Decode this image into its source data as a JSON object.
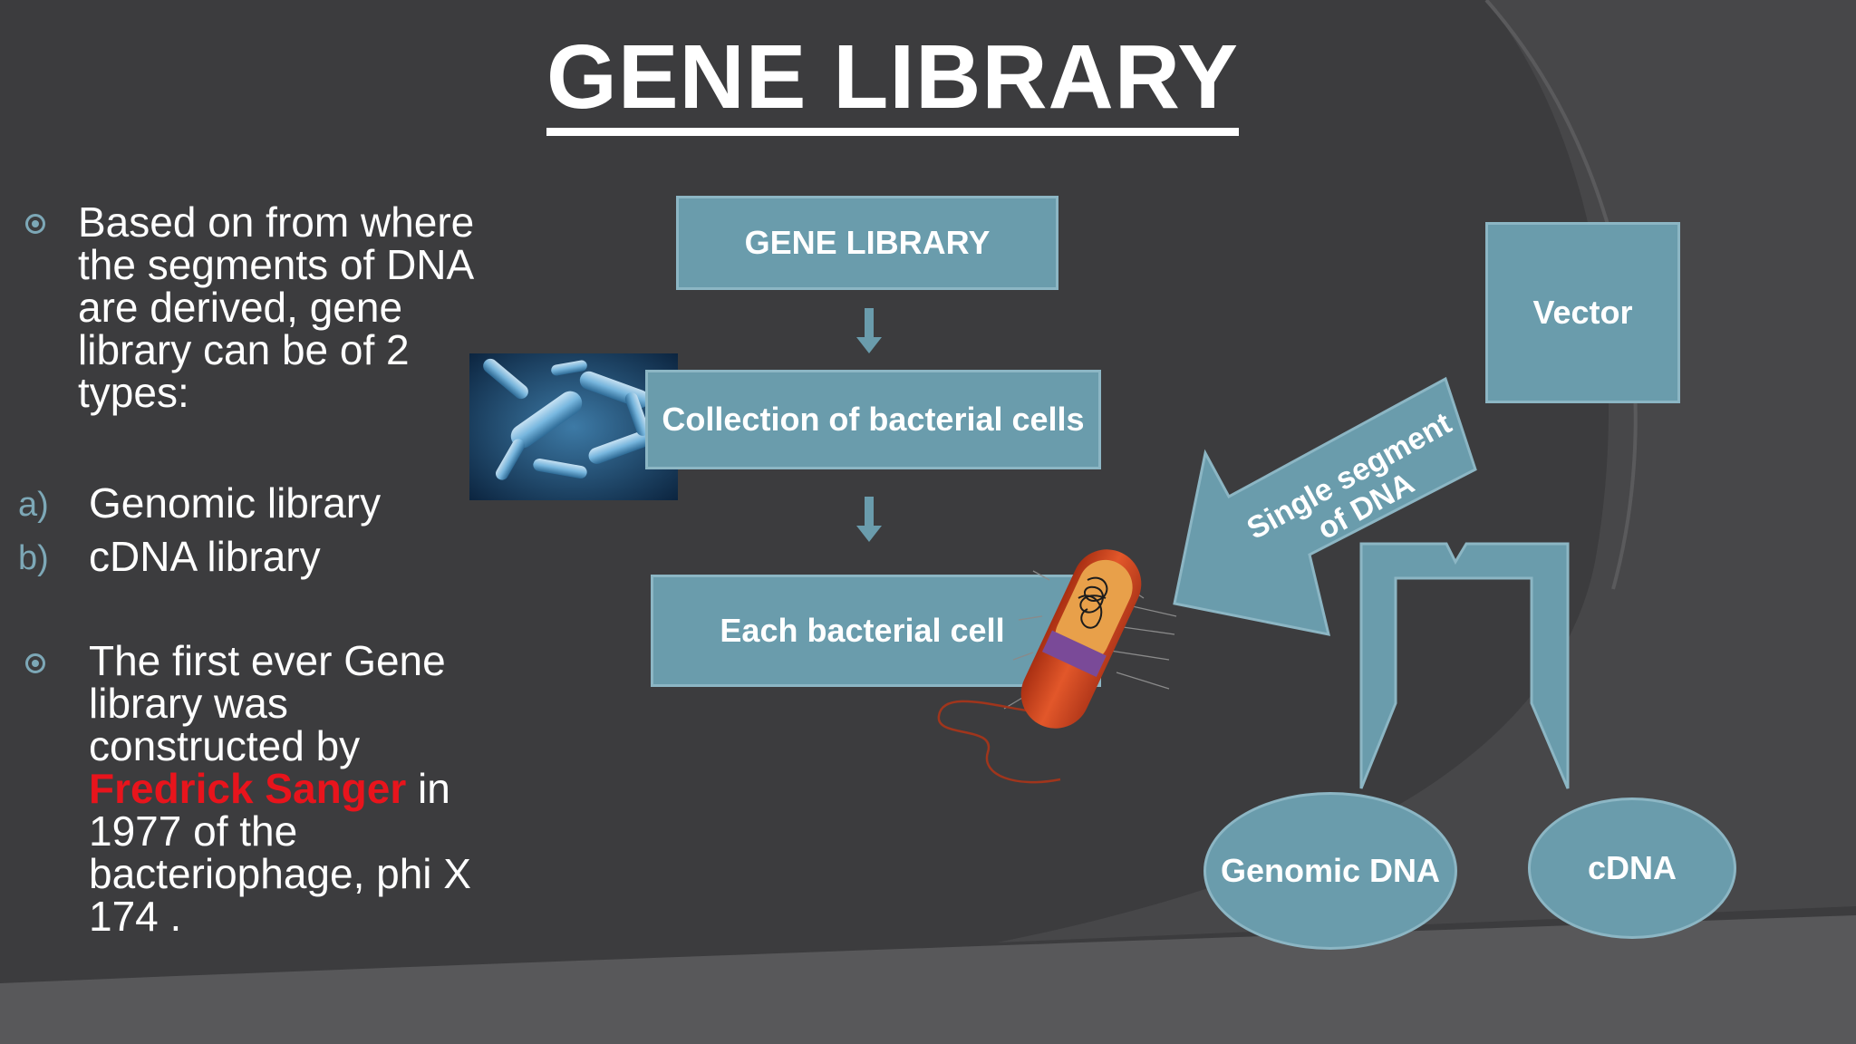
{
  "slide": {
    "title": "GENE LIBRARY",
    "bullet1": "Based on from where the segments of DNA are derived, gene library can be of 2 types:",
    "types": [
      {
        "marker": "a)",
        "label": "Genomic library"
      },
      {
        "marker": "b)",
        "label": "cDNA library"
      }
    ],
    "bullet2": {
      "before": "The first ever Gene library was constructed by ",
      "highlight": "Fredrick Sanger",
      "after": " in 1977 of the bacteriophage, phi X 174 ."
    }
  },
  "diagram": {
    "box_gene_library": "GENE LIBRARY",
    "box_collection": "Collection of bacterial cells",
    "box_each_cell": "Each bacterial cell",
    "box_vector": "Vector",
    "arrow_label": "Single segment of DNA",
    "ellipse_genomic": "Genomic DNA",
    "ellipse_cdna": "cDNA"
  },
  "colors": {
    "background": "#3c3c3e",
    "box_fill": "#6a9cac",
    "box_border": "#8cb6c4",
    "highlight": "#e8141c",
    "bullet": "#7da8b7"
  },
  "icons": [
    "bullet-icon",
    "bacteria-photo",
    "bacterium-illustration",
    "arrow-down-icon"
  ]
}
